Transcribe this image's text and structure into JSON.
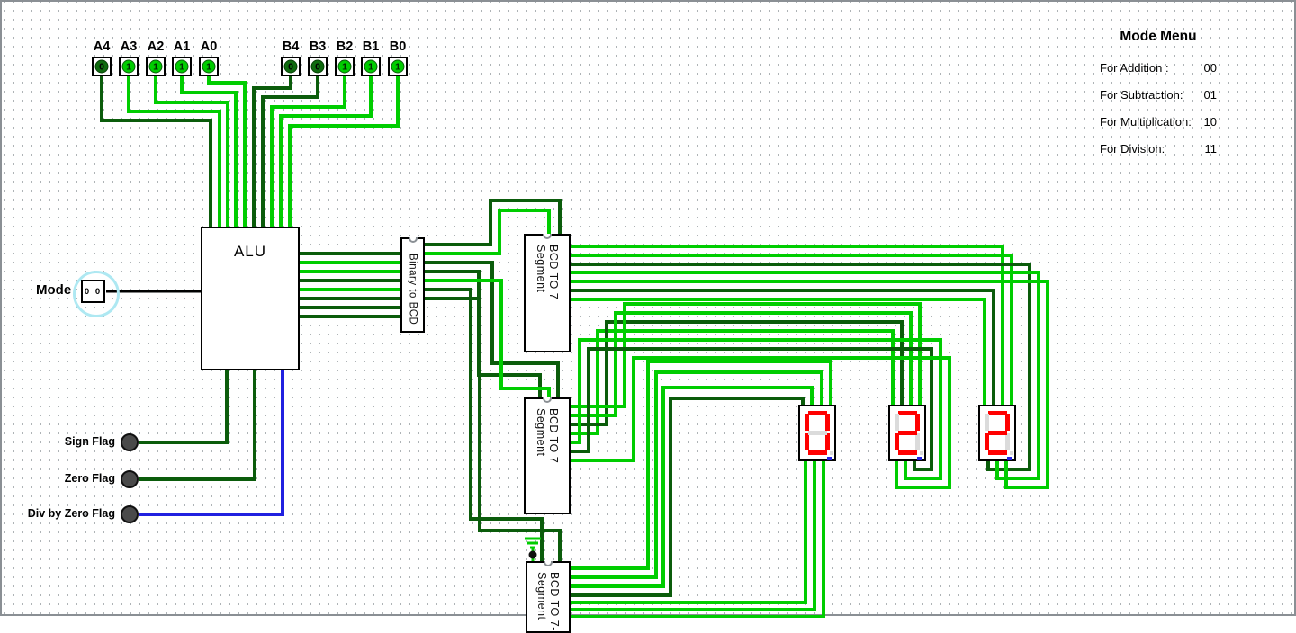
{
  "palette": {
    "wire_high": "#00CD00",
    "wire_low": "#0B5C0B",
    "wire_blue": "#2020E0",
    "segment_on": "#FF0000",
    "segment_off": "#DBDBDB",
    "selection_ring": "#AEE8F2",
    "led_off_fill": "#4A4A4A"
  },
  "inputs": {
    "a_pins": [
      {
        "label": "A4",
        "value": "0"
      },
      {
        "label": "A3",
        "value": "1"
      },
      {
        "label": "A2",
        "value": "1"
      },
      {
        "label": "A1",
        "value": "1"
      },
      {
        "label": "A0",
        "value": "1"
      }
    ],
    "b_pins": [
      {
        "label": "B4",
        "value": "0"
      },
      {
        "label": "B3",
        "value": "0"
      },
      {
        "label": "B2",
        "value": "1"
      },
      {
        "label": "B1",
        "value": "1"
      },
      {
        "label": "B0",
        "value": "1"
      }
    ]
  },
  "mode": {
    "label": "Mode",
    "value": "0 0"
  },
  "blocks": {
    "alu": "ALU",
    "converter": "Binary to BCD",
    "decoder": "BCD TO 7-Segment"
  },
  "flags": [
    {
      "label": "Sign Flag"
    },
    {
      "label": "Zero Flag"
    },
    {
      "label": "Div by Zero Flag"
    }
  ],
  "displays": [
    {
      "digit": "0",
      "segments_on": [
        "a",
        "b",
        "c",
        "d",
        "e",
        "f"
      ]
    },
    {
      "digit": "2",
      "segments_on": [
        "a",
        "b",
        "g",
        "e",
        "d"
      ]
    },
    {
      "digit": "2",
      "segments_on": [
        "a",
        "b",
        "g",
        "e",
        "d"
      ]
    }
  ],
  "menu": {
    "title": "Mode Menu",
    "items": [
      {
        "label": "For Addition :",
        "value": "00"
      },
      {
        "label": "For Subtraction:",
        "value": "01"
      },
      {
        "label": "For Multiplication:",
        "value": "10"
      },
      {
        "label": "For Division:",
        "value": "11"
      }
    ]
  }
}
